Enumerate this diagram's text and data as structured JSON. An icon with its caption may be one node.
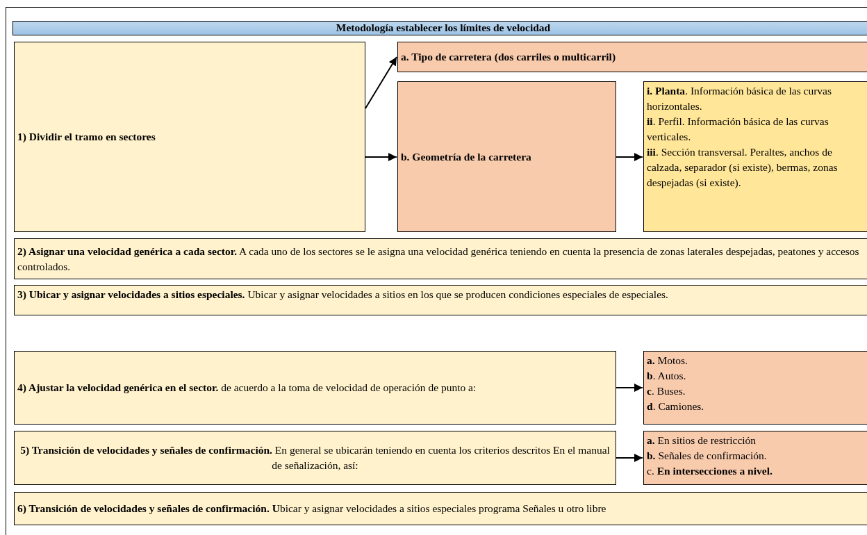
{
  "diagram": {
    "title": "Metodología establecer los límites de velocidad",
    "nodes": [
      {
        "text": [
          "1) Dividir el tramo en sectores"
        ]
      },
      {
        "text": [
          "a. Tipo de carretera (dos carriles o multicarril)"
        ]
      },
      {
        "text": [
          "b. Geometría de la carretera"
        ]
      },
      {
        "text": [
          "**i. Planta**. Información básica de las curvas horizontales.",
          "**ii**. Perfil. Información básica de las curvas verticales.",
          "**iii**. Sección transversal. Peraltes, anchos de calzada, separador (si existe), bermas, zonas despejadas (si existe)."
        ]
      },
      {
        "text": [
          "**2)  Asignar una velocidad genérica a cada sector.** A cada uno de los sectores se le asigna una velocidad genérica teniendo en cuenta la presencia de zonas laterales despejadas, peatones y accesos controlados."
        ]
      },
      {
        "text": [
          "**3) Ubicar y asignar velocidades a sitios especiales.** Ubicar y asignar velocidades a sitios en los que se producen condiciones especiales de especiales."
        ]
      },
      {
        "text": [
          "**4) Ajustar la velocidad genérica en el sector.** de acuerdo a la toma de velocidad de operación de punto a:"
        ]
      },
      {
        "text": [
          "**a.** Motos.",
          "**b**. Autos.",
          "**c**. Buses.",
          "**d**. Camiones."
        ]
      },
      {
        "text": [
          "**5) Transición de velocidades y señales de confirmación.**  En general se ubicarán teniendo en cuenta los criterios descritos En el manual de señalización, así:"
        ]
      },
      {
        "text": [
          "**a.** En sitios de restricción",
          "**b.** Señales de confirmación.",
          "c. **En intersecciones a nivel.**"
        ]
      },
      {
        "text": [
          "**6)  Transición de velocidades y señales de confirmación. U**bicar y asignar velocidades a sitios especiales programa Señales u otro libre"
        ]
      }
    ],
    "edges": [
      {
        "from": 0,
        "to": 1,
        "arrow": "to"
      },
      {
        "from": 0,
        "to": 2,
        "arrow": "to"
      },
      {
        "from": 2,
        "to": 3,
        "arrow": "to"
      },
      {
        "from": 6,
        "to": 7,
        "arrow": "to"
      },
      {
        "from": 8,
        "to": 9,
        "arrow": "to"
      }
    ]
  }
}
